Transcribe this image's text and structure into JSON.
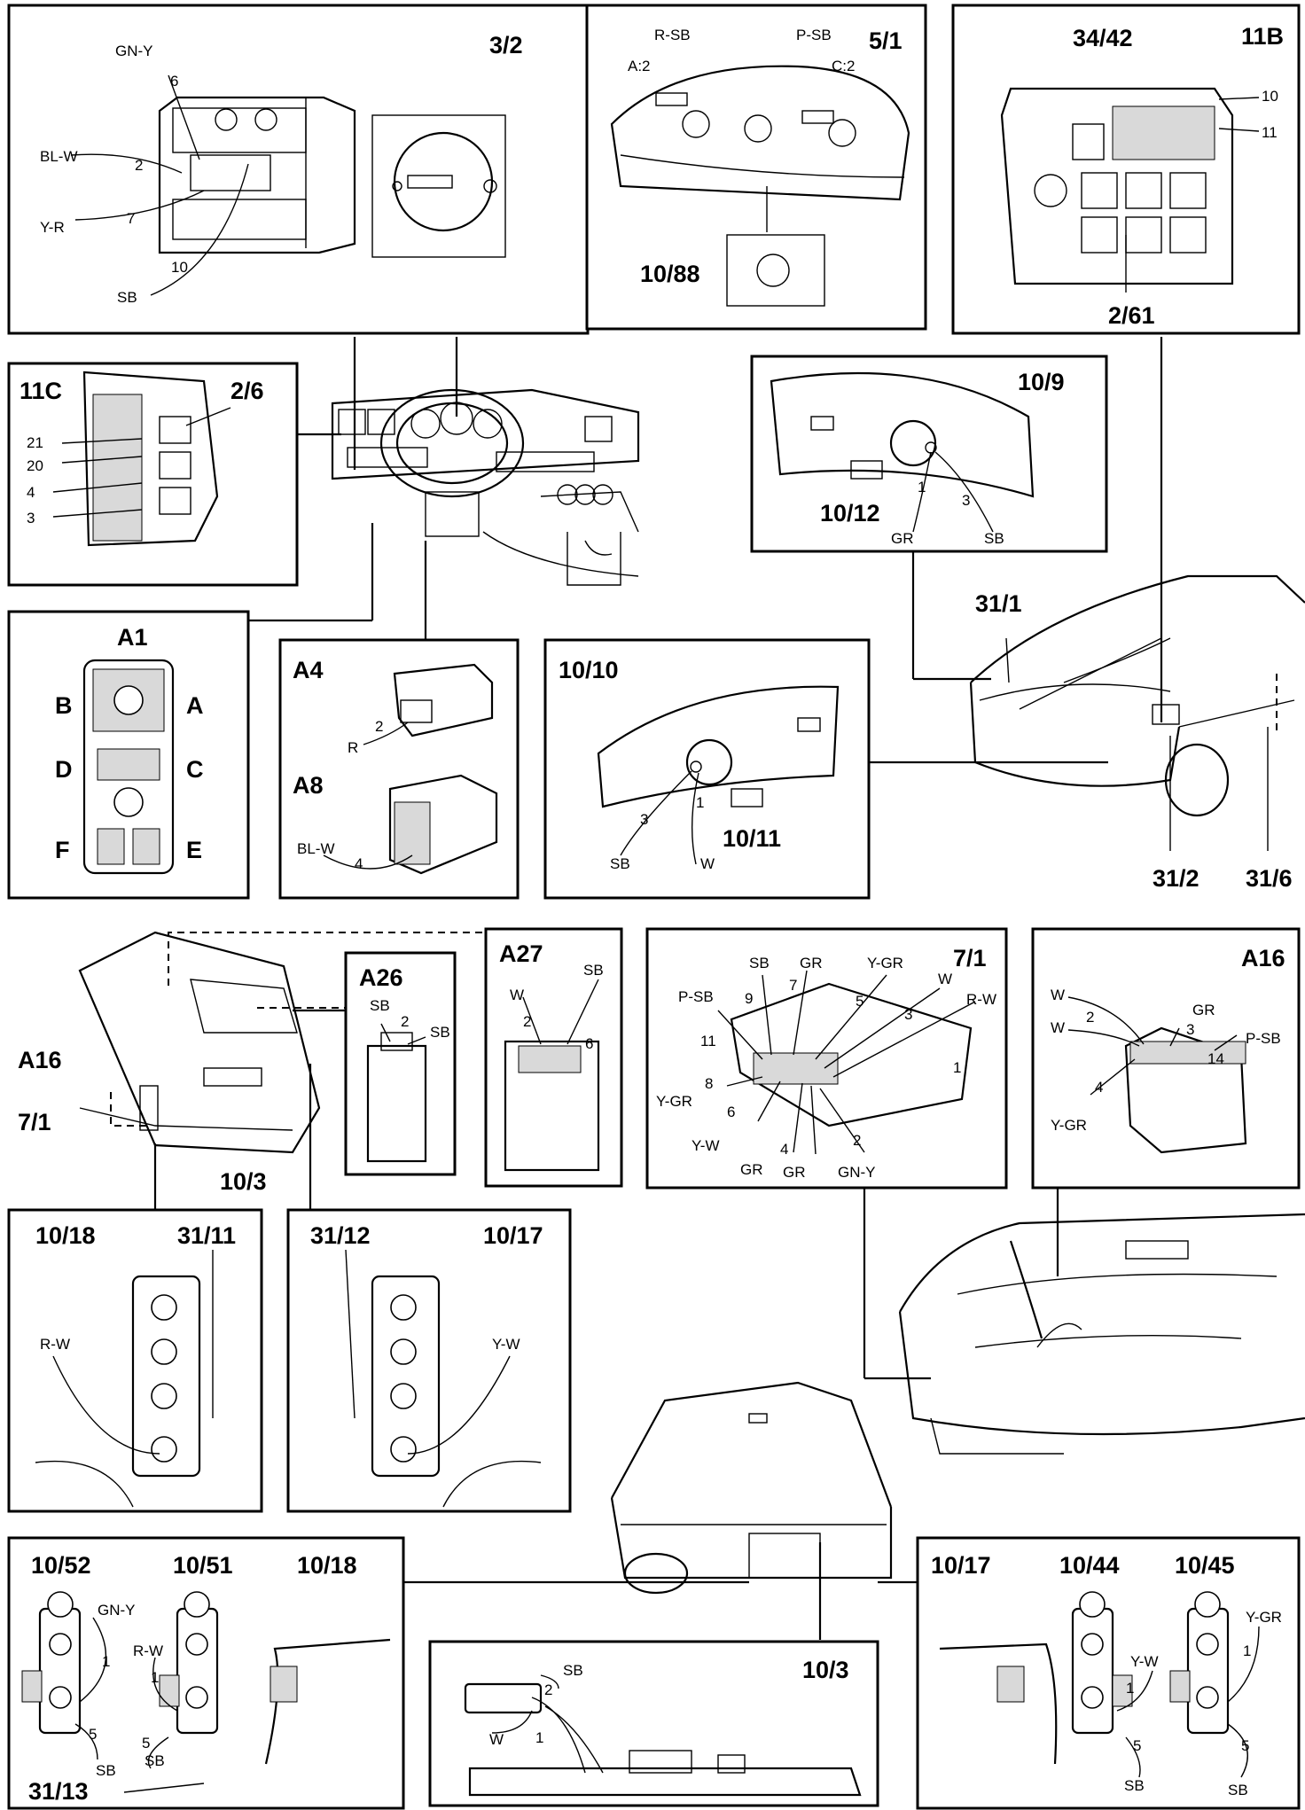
{
  "panels": {
    "p32": {
      "id": "3/2",
      "wires": {
        "gny": "GN-Y",
        "blw": "BL-W",
        "yr": "Y-R",
        "sb": "SB"
      },
      "pins": {
        "p6": "6",
        "p2": "2",
        "p7": "7",
        "p10": "10"
      }
    },
    "p51": {
      "id": "5/1",
      "conn_a": "R-SB",
      "conn_a_pin": "A:2",
      "conn_c": "P-SB",
      "conn_c_pin": "C:2",
      "bulb": "10/88"
    },
    "p11b": {
      "id": "11B",
      "relay": "34/42",
      "fuse_10": "10",
      "fuse_11": "11",
      "ground": "2/61"
    },
    "p11c": {
      "id": "11C",
      "relay": "2/6",
      "pins": {
        "p21": "21",
        "p20": "20",
        "p4": "4",
        "p3": "3"
      }
    },
    "p109": {
      "id": "10/9",
      "socket": "10/12",
      "pin1": "1",
      "pin3": "3",
      "wire_gr": "GR",
      "wire_sb": "SB"
    },
    "pa1": {
      "id": "A1",
      "b": "B",
      "a": "A",
      "d": "D",
      "c": "C",
      "f": "F",
      "e": "E"
    },
    "pa4": {
      "id": "A4",
      "pin": "2",
      "wire": "R"
    },
    "pa8": {
      "id": "A8",
      "pin": "4",
      "wire": "BL-W"
    },
    "p1010": {
      "id": "10/10",
      "socket": "10/11",
      "pin3": "3",
      "pin1": "1",
      "wire_sb": "SB",
      "wire_w": "W"
    },
    "car_front": {
      "l311": "31/1",
      "l312": "31/2",
      "l316": "31/6"
    },
    "wagon": {
      "a16": "A16",
      "c71": "7/1",
      "plate": "10/3"
    },
    "pa26": {
      "id": "A26",
      "w1": "SB",
      "pin": "2",
      "w2": "SB"
    },
    "pa27": {
      "id": "A27",
      "w": "W",
      "sb": "SB",
      "pin2": "2",
      "pin6": "6"
    },
    "p71": {
      "id": "7/1",
      "wires": {
        "sb": "SB",
        "gr": "GR",
        "ygr": "Y-GR",
        "psb": "P-SB",
        "w": "W",
        "rw": "R-W",
        "ygr2": "Y-GR",
        "yw": "Y-W",
        "gr2": "GR",
        "gr3": "GR",
        "gny": "GN-Y"
      },
      "pins": {
        "p9": "9",
        "p7": "7",
        "p5": "5",
        "p3": "3",
        "p11": "11",
        "p1": "1",
        "p8": "8",
        "p6": "6",
        "p4": "4",
        "p2": "2"
      }
    },
    "pa16": {
      "id": "A16",
      "w1": "W",
      "w2": "W",
      "gr": "GR",
      "psb": "P-SB",
      "ygr": "Y-GR",
      "pins": {
        "p2": "2",
        "p3": "3",
        "p14": "14",
        "p4": "4"
      }
    },
    "p1018": {
      "id": "10/18",
      "loc": "31/11",
      "wire": "R-W"
    },
    "p1017": {
      "id": "10/17",
      "loc": "31/12",
      "wire": "Y-W"
    },
    "p_left": {
      "a": "10/52",
      "b": "10/51",
      "c": "10/18",
      "gny": "GN-Y",
      "rw": "R-W",
      "p1a": "1",
      "p5a": "5",
      "sb_a": "SB",
      "p1b": "1",
      "p5b": "5",
      "sb_b": "SB",
      "ground": "31/13"
    },
    "p103": {
      "id": "10/3",
      "sb": "SB",
      "pin2": "2",
      "w": "W",
      "pin1": "1"
    },
    "p_right": {
      "a": "10/17",
      "b": "10/44",
      "c": "10/45",
      "yw": "Y-W",
      "ygr": "Y-GR",
      "p1a": "1",
      "p5a": "5",
      "sb_a": "SB",
      "p1b": "1",
      "p5b": "5",
      "sb_b": "SB"
    }
  }
}
